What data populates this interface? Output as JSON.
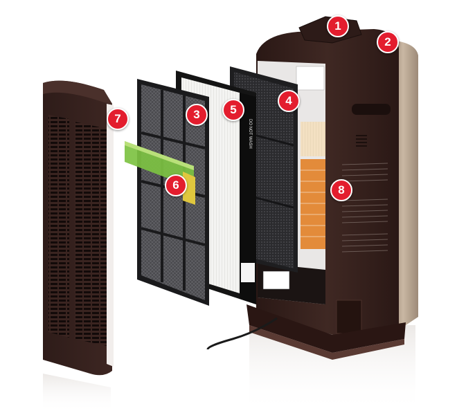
{
  "product": {
    "type": "air purifier exploded view",
    "body_color": "#3a2420",
    "side_panel_color": "#b9a692",
    "callout_color": "#e31d2e"
  },
  "callouts": [
    "1",
    "2",
    "3",
    "4",
    "5",
    "6",
    "7",
    "8"
  ],
  "hepa_label": "DO NOT WASH"
}
